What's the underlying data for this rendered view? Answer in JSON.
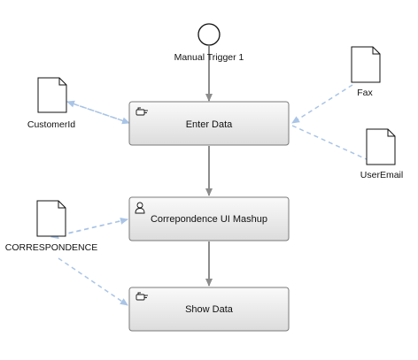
{
  "diagram": {
    "start_event": {
      "label": "Manual Trigger 1"
    },
    "tasks": [
      {
        "id": "enter-data",
        "label": "Enter Data",
        "icon": "hand-pointer-icon"
      },
      {
        "id": "correpondence-ui-mashup",
        "label": "Correpondence UI Mashup",
        "icon": "user-icon"
      },
      {
        "id": "show-data",
        "label": "Show Data",
        "icon": "hand-pointer-icon"
      }
    ],
    "data_objects": [
      {
        "id": "customerid",
        "label": "CustomerId"
      },
      {
        "id": "fax",
        "label": "Fax"
      },
      {
        "id": "useremail",
        "label": "UserEmail"
      },
      {
        "id": "correspondence",
        "label": "CORRESPONDENCE"
      }
    ],
    "colors": {
      "sequence_flow": "#8c8c8c",
      "association": "#a9c4e6",
      "task_border": "#7a7a7a",
      "task_fill_top": "#fafafa",
      "task_fill_bottom": "#dcdcdc"
    }
  }
}
